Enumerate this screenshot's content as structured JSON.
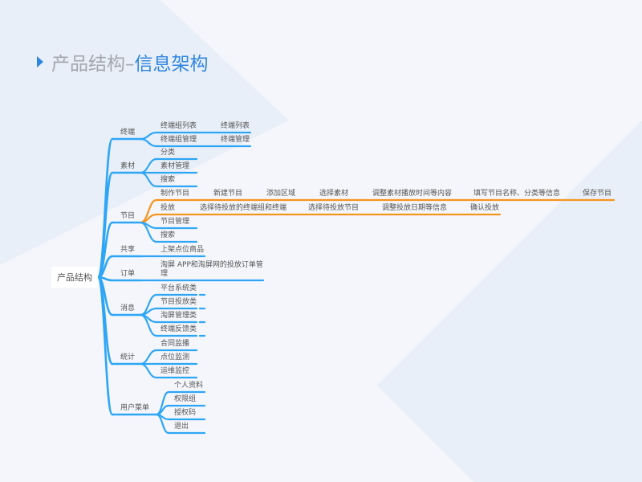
{
  "title": {
    "prefix": "产品结构–",
    "highlight": "信息架构"
  },
  "colors": {
    "accent": "#2f86e2",
    "branch": "#2ea6f5",
    "highlight_branch": "#f7941d"
  },
  "root": "产品结构",
  "branches": {
    "terminal": {
      "label": "终端",
      "group_list": "终端组列表",
      "terminal_list": "终端列表",
      "group_manage": "终端组管理",
      "terminal_manage": "终端管理"
    },
    "material": {
      "label": "素材",
      "category": "分类",
      "manage": "素材管理",
      "search": "搜索"
    },
    "program": {
      "label": "节目",
      "make": {
        "label": "制作节目",
        "steps": [
          "新建节目",
          "添加区域",
          "选择素材",
          "调整素材播放时间等内容",
          "填写节目名称、分类等信息",
          "保存节目"
        ]
      },
      "deliver": {
        "label": "投放",
        "steps": [
          "选择待投放的终端组和终端",
          "选择待投放节目",
          "调整投放日期等信息",
          "确认投放"
        ]
      },
      "manage": "节目管理",
      "search": "搜索"
    },
    "share": {
      "label": "共享",
      "item": "上架点位商品"
    },
    "order": {
      "label": "订单",
      "item_line1": "淘屏 APP和淘屏网的投放订单管",
      "item_line2": "理"
    },
    "message": {
      "label": "消息",
      "items": [
        "平台系统类",
        "节目投放类",
        "淘屏管理类",
        "终端反馈类"
      ]
    },
    "stats": {
      "label": "统计",
      "items": [
        "合同监播",
        "点位监测",
        "运维监控"
      ]
    },
    "user_menu": {
      "label": "用户菜单",
      "items": [
        "个人资料",
        "权限组",
        "授权码",
        "退出"
      ]
    }
  }
}
